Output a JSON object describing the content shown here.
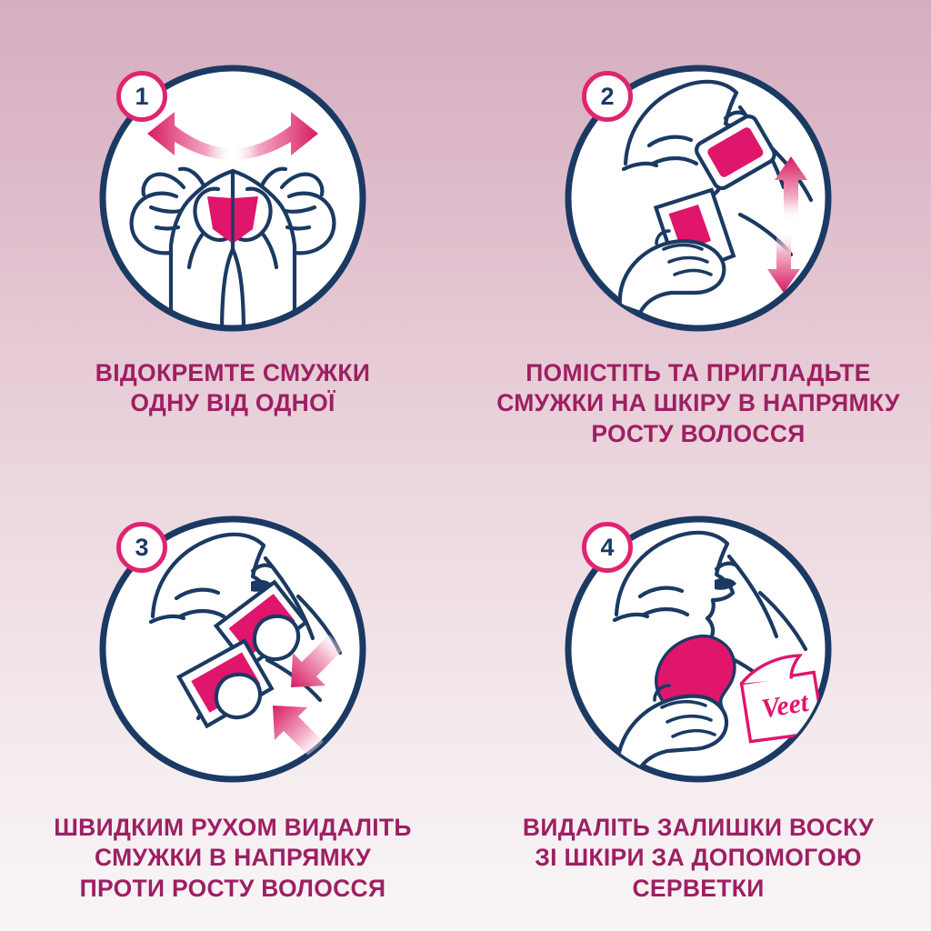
{
  "poster": {
    "language": "uk",
    "background_top_color": "#d5aec1",
    "background_bottom_color": "#f8f5f7",
    "accent_pink": "#e0246f",
    "deep_magenta_text": "#9e1f63",
    "outline_navy": "#1b3a63",
    "brand": "Veet"
  },
  "steps": [
    {
      "number": "1",
      "badge_name": "step-number-1",
      "illustration": "two-hands-separating-wax-strips-with-outward-arrows",
      "caption_lines": [
        "ВІДОКРЕМТЕ СМУЖКИ",
        "ОДНУ ВІД ОДНОЇ"
      ],
      "caption_full": "ВІДОКРЕМТЕ СМУЖКИ ОДНУ ВІД ОДНОЇ"
    },
    {
      "number": "2",
      "badge_name": "step-number-2",
      "illustration": "hand-applying-wax-strip-to-face-with-up-down-arrows",
      "caption_lines": [
        "ПОМІСТІТЬ ТА ПРИГЛАДЬТЕ",
        "СМУЖКИ НА ШКІРУ В НАПРЯМКУ",
        "РОСТУ ВОЛОССЯ"
      ],
      "caption_full": "ПОМІСТІТЬ ТА ПРИГЛАДЬТЕ СМУЖКИ НА ШКІРУ В НАПРЯМКУ РОСТУ ВОЛОССЯ"
    },
    {
      "number": "3",
      "badge_name": "step-number-3",
      "illustration": "wax-strips-being-pulled-off-face-with-converging-arrows",
      "caption_lines": [
        "ШВИДКИМ РУХОМ ВИДАЛІТЬ",
        "СМУЖКИ В НАПРЯМКУ",
        "ПРОТИ РОСТУ ВОЛОССЯ"
      ],
      "caption_full": "ШВИДКИМ РУХОМ ВИДАЛІТЬ СМУЖКИ В НАПРЯМКУ ПРОТИ РОСТУ ВОЛОССЯ"
    },
    {
      "number": "4",
      "badge_name": "step-number-4",
      "illustration": "hand-wiping-face-with-pink-finishing-wipe-and-veet-sachet",
      "caption_lines": [
        "ВИДАЛІТЬ ЗАЛИШКИ ВОСКУ",
        "ЗІ ШКІРИ ЗА ДОПОМОГОЮ",
        "СЕРВЕТКИ"
      ],
      "caption_full": "ВИДАЛІТЬ ЗАЛИШКИ ВОСКУ ЗІ ШКІРИ ЗА ДОПОМОГОЮ СЕРВЕТКИ",
      "sachet_label": "Veet"
    }
  ]
}
